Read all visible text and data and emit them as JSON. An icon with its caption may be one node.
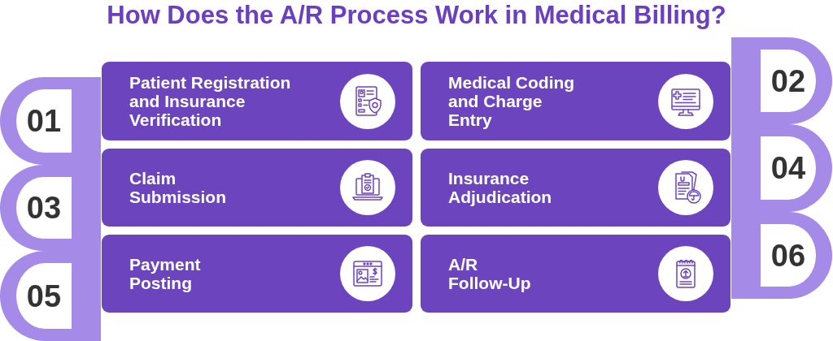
{
  "diagram": {
    "title": "How Does the A/R Process Work in Medical Billing?",
    "nodes": [
      {
        "text": [
          "01"
        ]
      },
      {
        "text": [
          "Patient Registration and Insurance Verification"
        ]
      },
      {
        "text": [
          "Medical Coding and Charge Entry"
        ]
      },
      {
        "text": [
          "02"
        ]
      },
      {
        "text": [
          "03"
        ]
      },
      {
        "text": [
          "Claim Submission"
        ]
      },
      {
        "text": [
          "Insurance Adjudication"
        ]
      },
      {
        "text": [
          "04"
        ]
      },
      {
        "text": [
          "05"
        ]
      },
      {
        "text": [
          "Payment Posting"
        ]
      },
      {
        "text": [
          "A/R Follow-Up"
        ]
      },
      {
        "text": [
          "06"
        ]
      }
    ]
  }
}
